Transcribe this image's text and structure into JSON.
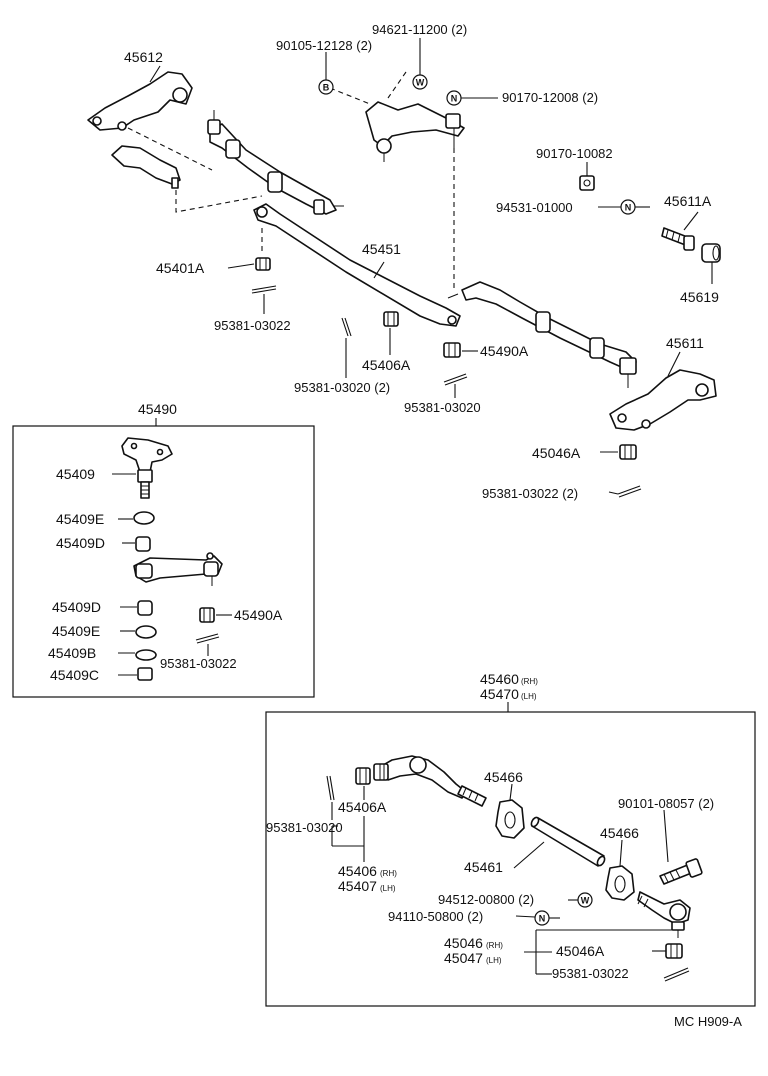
{
  "callouts": {
    "p45612": "45612",
    "p90105": "90105-12128 (2)",
    "p94621": "94621-11200 (2)",
    "p90170_12008": "90170-12008 (2)",
    "p90170_10082": "90170-10082",
    "p94531": "94531-01000",
    "p45611A": "45611A",
    "p45619": "45619",
    "p45451": "45451",
    "p45401A": "45401A",
    "p95381_03022_a": "95381-03022",
    "p45406A_a": "45406A",
    "p45490A_a": "45490A",
    "p95381_03020_2": "95381-03020 (2)",
    "p95381_03020_a": "95381-03020",
    "p45611": "45611",
    "p45046A_a": "45046A",
    "p95381_03022_2": "95381-03022 (2)",
    "p45490": "45490",
    "p45409": "45409",
    "p45409E_a": "45409E",
    "p45409D_a": "45409D",
    "p45409D_b": "45409D",
    "p45490A_b": "45490A",
    "p45409E_b": "45409E",
    "p45409B": "45409B",
    "p95381_03022_b": "95381-03022",
    "p45409C": "45409C",
    "p45460": "45460",
    "p45460_sub": "(RH)",
    "p45470": "45470",
    "p45470_sub": "(LH)",
    "p45466_a": "45466",
    "p45406A_b": "45406A",
    "p95381_03020_b": "95381-03020",
    "p90101": "90101-08057 (2)",
    "p45466_b": "45466",
    "p45461": "45461",
    "p45406": "45406",
    "p45406_sub": "(RH)",
    "p45407": "45407",
    "p45407_sub": "(LH)",
    "p94512": "94512-00800 (2)",
    "p94110": "94110-50800 (2)",
    "p45046": "45046",
    "p45046_sub": "(RH)",
    "p45046A_b": "45046A",
    "p45047": "45047",
    "p45047_sub": "(LH)",
    "p95381_03022_c": "95381-03022"
  },
  "symbols": {
    "b": "B",
    "w": "W",
    "n": "N"
  },
  "footer": {
    "code": "MC H909-A"
  }
}
